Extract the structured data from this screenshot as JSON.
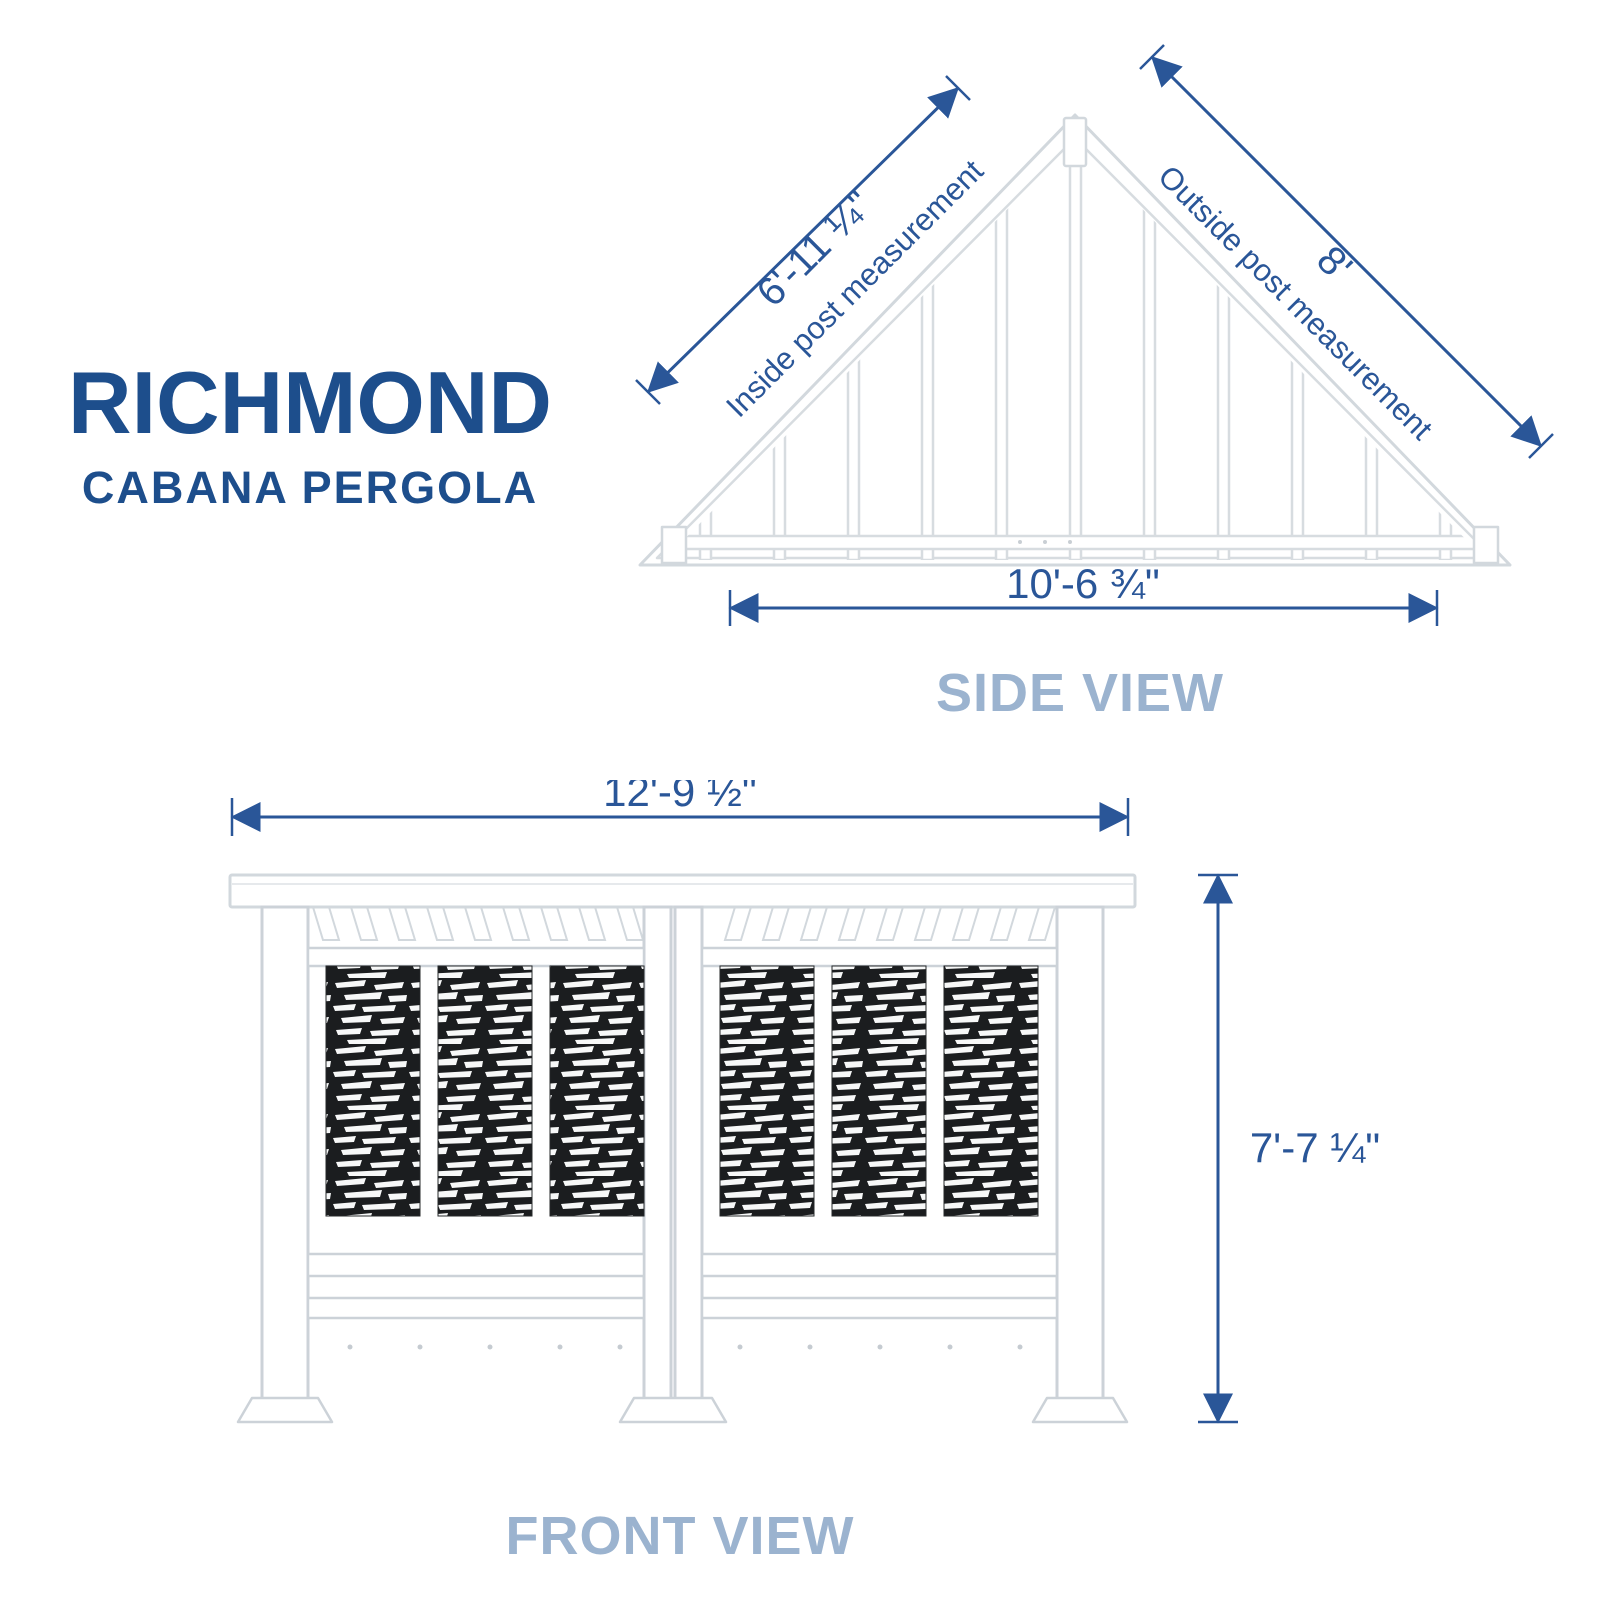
{
  "title": {
    "line1": "RICHMOND",
    "line2": "CABANA PERGOLA"
  },
  "side_view": {
    "label": "SIDE VIEW",
    "dimensions": {
      "left_slope_value": "6'-11 ¼\"",
      "left_slope_note": "Inside post measurement",
      "right_slope_value": "8'",
      "right_slope_note": "Outside post measurement",
      "base_value": "10'-6 ¾\""
    }
  },
  "front_view": {
    "label": "FRONT VIEW",
    "dimensions": {
      "width_value": "12'-9 ½\"",
      "height_value": "7'-7 ¼\""
    }
  },
  "colors": {
    "title_blue": "#1d4e8c",
    "dimension_blue": "#2a5698",
    "view_label_blue": "#9bb3cf",
    "structure_line": "#d2d8dd",
    "panel_black": "#1b1d1f"
  }
}
